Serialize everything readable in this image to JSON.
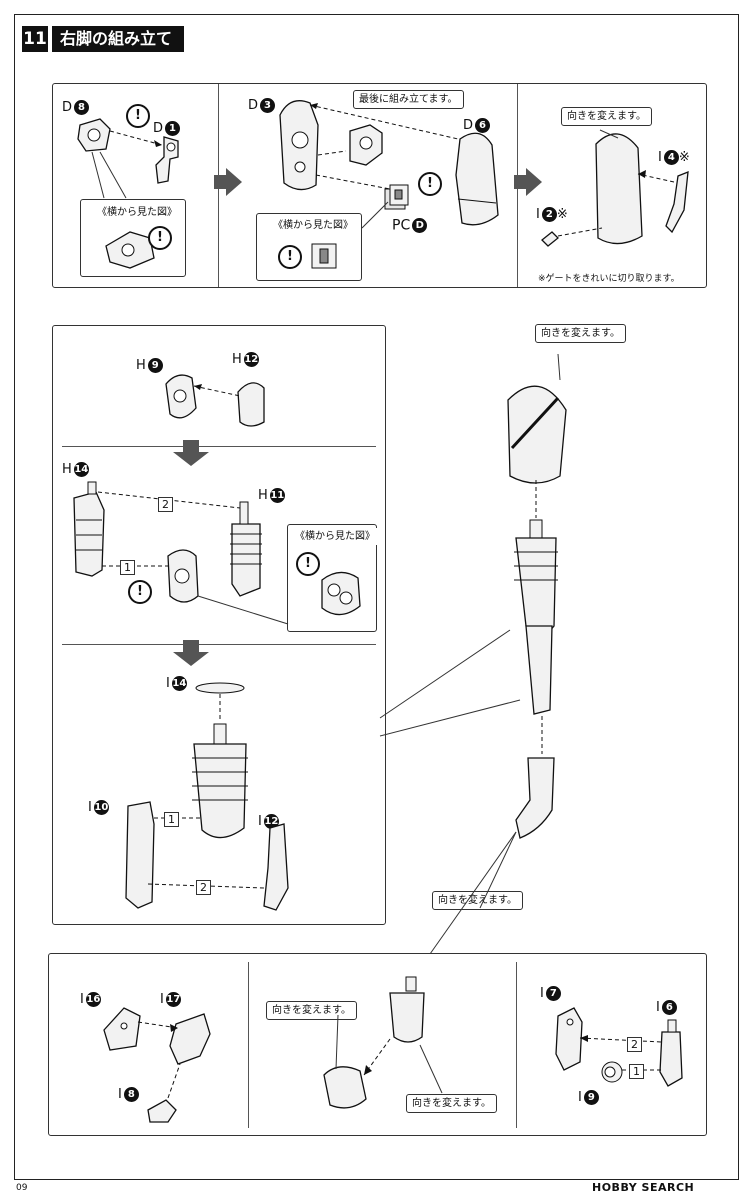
{
  "header": {
    "step_number": "11",
    "title": "右脚の組み立て"
  },
  "callouts": {
    "side_view": "《横から見た図》",
    "change_direction": "向きを変えます。",
    "assemble_last": "最後に組み立てます。",
    "gate_note": "※ゲートをきれいに切り取ります。"
  },
  "top_panel": {
    "step1": {
      "part_a": "D",
      "part_a_no": "8",
      "part_b": "D",
      "part_b_no": "1"
    },
    "step2": {
      "part_a": "D",
      "part_a_no": "3",
      "part_b": "D",
      "part_b_no": "6",
      "part_pc": "PC",
      "part_pc_no": "D"
    },
    "step3": {
      "part_a": "I",
      "part_a_no": "4",
      "part_a_mark": "※",
      "part_b": "I",
      "part_b_no": "2",
      "part_b_mark": "※"
    }
  },
  "mid_panel": {
    "step1": {
      "part_a": "H",
      "part_a_no": "9",
      "part_b": "H",
      "part_b_no": "12"
    },
    "step2": {
      "part_a": "H",
      "part_a_no": "14",
      "part_b": "H",
      "part_b_no": "11",
      "order_1": "1",
      "order_2": "2"
    },
    "step3": {
      "part_a": "I",
      "part_a_no": "14",
      "part_b": "I",
      "part_b_no": "10",
      "part_c": "I",
      "part_c_no": "12",
      "order_1": "1",
      "order_2": "2"
    }
  },
  "bottom_panel": {
    "left": {
      "part_a": "I",
      "part_a_no": "16",
      "part_b": "I",
      "part_b_no": "17",
      "part_c": "I",
      "part_c_no": "8"
    },
    "right": {
      "part_a": "I",
      "part_a_no": "7",
      "part_b": "I",
      "part_b_no": "6",
      "part_c": "I",
      "part_c_no": "9",
      "order_1": "1",
      "order_2": "2"
    }
  },
  "footer": {
    "page_number": "09",
    "watermark": "HOBBY SEARCH"
  },
  "colors": {
    "ink": "#111111",
    "arrow": "#555555",
    "part_fill": "#f2f2f2"
  }
}
